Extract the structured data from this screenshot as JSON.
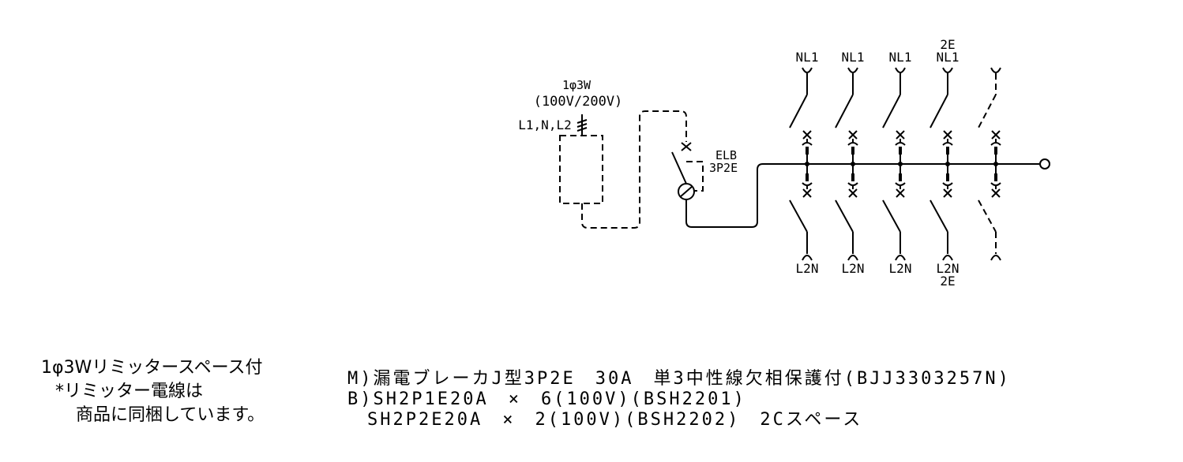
{
  "supply": {
    "label_phase": "1φ3W",
    "label_voltage": "(100V/200V)",
    "label_lines": "L1,N,L2"
  },
  "main_breaker": {
    "name": "ELB",
    "poles": "3P2E"
  },
  "branches": [
    {
      "top": "NL1",
      "top2": "",
      "bottom": "L2N",
      "bottom2": "",
      "spare": false
    },
    {
      "top": "NL1",
      "top2": "",
      "bottom": "L2N",
      "bottom2": "",
      "spare": false
    },
    {
      "top": "NL1",
      "top2": "",
      "bottom": "L2N",
      "bottom2": "",
      "spare": false
    },
    {
      "top": "NL1",
      "top2": "2E",
      "bottom": "L2N",
      "bottom2": "2E",
      "spare": false
    },
    {
      "top": "",
      "top2": "",
      "bottom": "",
      "bottom2": "",
      "spare": true
    }
  ],
  "notes": {
    "left_line1": "1φ3Wリミッタースペース付",
    "left_line2": "*リミッター電線は",
    "left_line3": "商品に同梱しています。",
    "spec_line1": "M)漏電ブレーカJ型3P2E　30A　単3中性線欠相保護付(BJJ3303257N)",
    "spec_line2": "B)SH2P1E20A　×　6(100V)(BSH2201)",
    "spec_line3": "　SH2P2E20A　×　2(100V)(BSH2202)　2Cスペース"
  }
}
